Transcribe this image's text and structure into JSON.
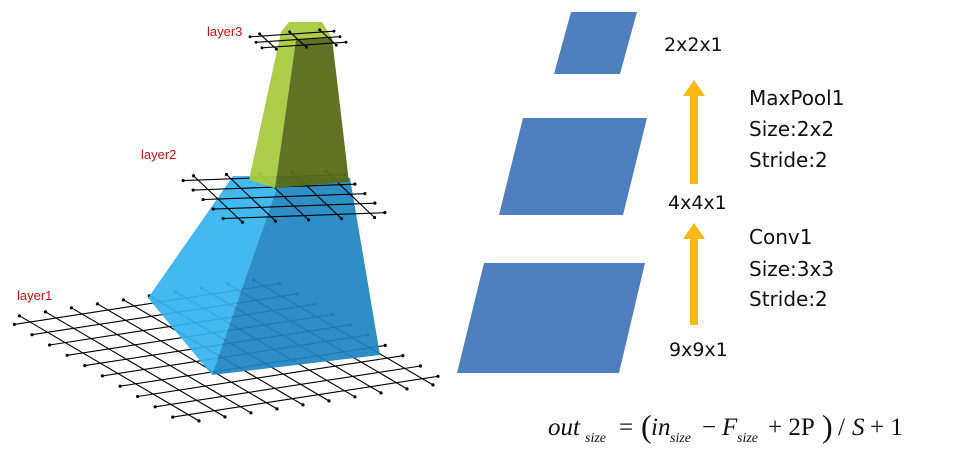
{
  "colors": {
    "grid": "#000000",
    "layer1_front": "#33B3EE",
    "layer1_right": "#1C84C0",
    "layer2_front": "#A9C93F",
    "layer2_right": "#586A18",
    "block": "#4F7FBF",
    "arrow": "#FDB813",
    "layer_label": "#CC1111"
  },
  "layer_labels": {
    "layer1": "layer1",
    "layer2": "layer2",
    "layer3": "layer3"
  },
  "sizes": {
    "top": "2x2x1",
    "middle": "4x4x1",
    "bottom": "9x9x1"
  },
  "ops": {
    "pool": {
      "name": "MaxPool1",
      "size": "Size:2x2",
      "stride": "Stride:2"
    },
    "conv": {
      "name": "Conv1",
      "size": "Size:3x3",
      "stride": "Stride:2"
    }
  },
  "formula": {
    "out": "out",
    "out_sub": "size",
    "eq": "=",
    "lparen": "(",
    "in": "in",
    "in_sub": "size",
    "minus": "−",
    "f": "F",
    "f_sub": "size",
    "plus_two_p": "+ 2P",
    "rparen": ")",
    "div": "/",
    "s": "S",
    "plus_one": "+ 1"
  }
}
